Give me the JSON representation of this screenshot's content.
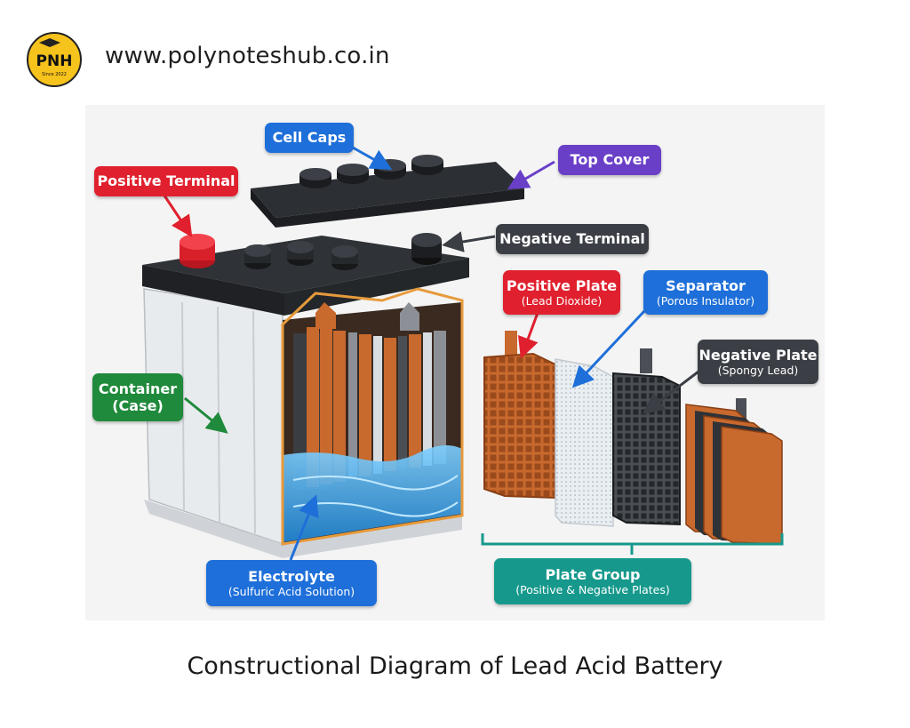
{
  "header": {
    "logo_text": "PNH",
    "logo_subtext": "Since 2022",
    "website": "www.polynotes­hub.co.in"
  },
  "labels": {
    "cell_caps": "Cell Caps",
    "top_cover": "Top Cover",
    "positive_terminal": "Positive Terminal",
    "negative_terminal": "Negative Terminal",
    "positive_plate": "Positive Plate",
    "positive_plate_sub": "(Lead Dioxide)",
    "separator": "Separator",
    "separator_sub": "(Porous Insulator)",
    "negative_plate": "Negative Plate",
    "negative_plate_sub": "(Spongy Lead)",
    "container": "Container",
    "container_sub": "(Case)",
    "electrolyte": "Electrolyte",
    "electrolyte_sub": "(Sulfuric Acid Solution)",
    "plate_group": "Plate Group",
    "plate_group_sub": "(Positive & Negative Plates)"
  },
  "colors": {
    "blue": "#1e6fd9",
    "red": "#e0202e",
    "purple": "#6a3fc8",
    "dark": "#3b3f45",
    "green": "#1f8a3b",
    "teal": "#16998c",
    "copper": "#c8692e",
    "electrolyte": "#3fa9f5"
  },
  "caption": "Constructional Diagram of Lead Acid Battery"
}
